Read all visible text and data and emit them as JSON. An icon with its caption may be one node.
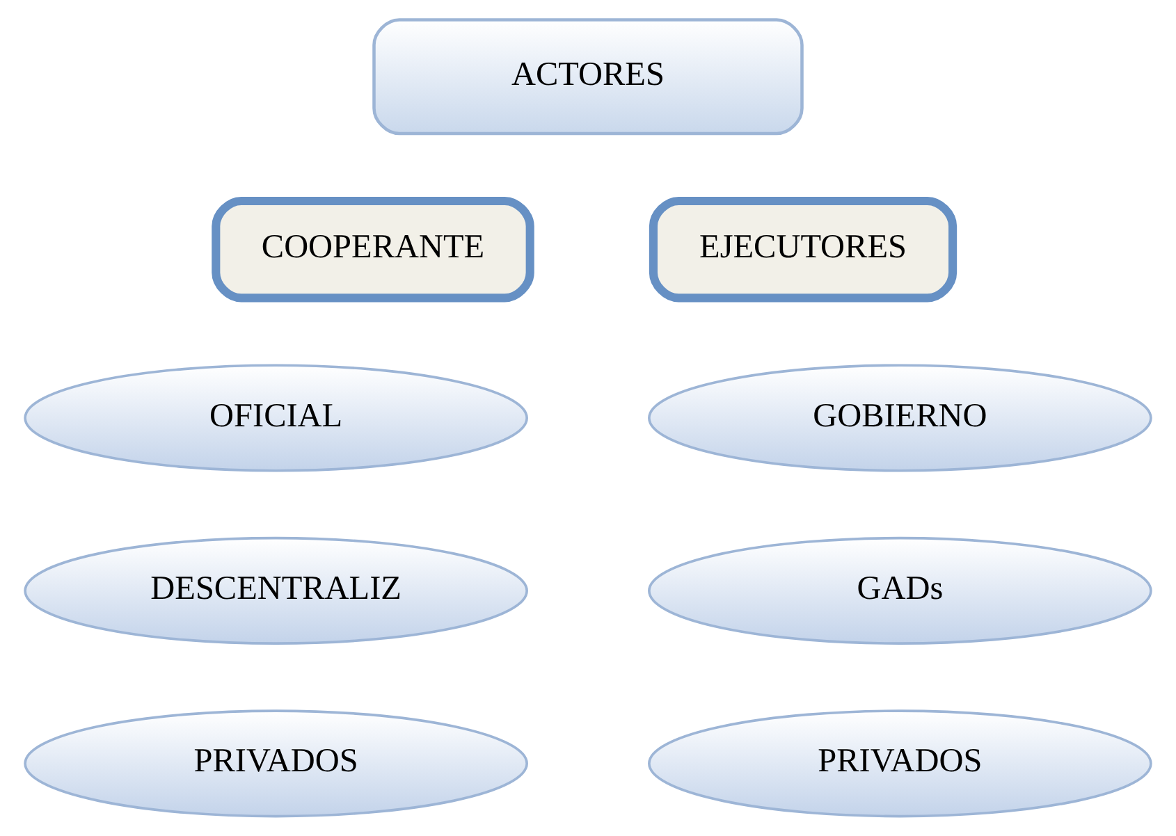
{
  "diagram": {
    "nodes": [
      {
        "text": [
          "ACTORES"
        ]
      },
      {
        "text": [
          "COOPERANTE"
        ]
      },
      {
        "text": [
          "EJECUTORES"
        ]
      },
      {
        "text": [
          "OFICIAL"
        ]
      },
      {
        "text": [
          "GOBIERNO"
        ]
      },
      {
        "text": [
          "DESCENTRALIZ"
        ]
      },
      {
        "text": [
          "GADs"
        ]
      },
      {
        "text": [
          "PRIVADOS"
        ]
      },
      {
        "text": [
          "PRIVADOS"
        ]
      }
    ]
  }
}
